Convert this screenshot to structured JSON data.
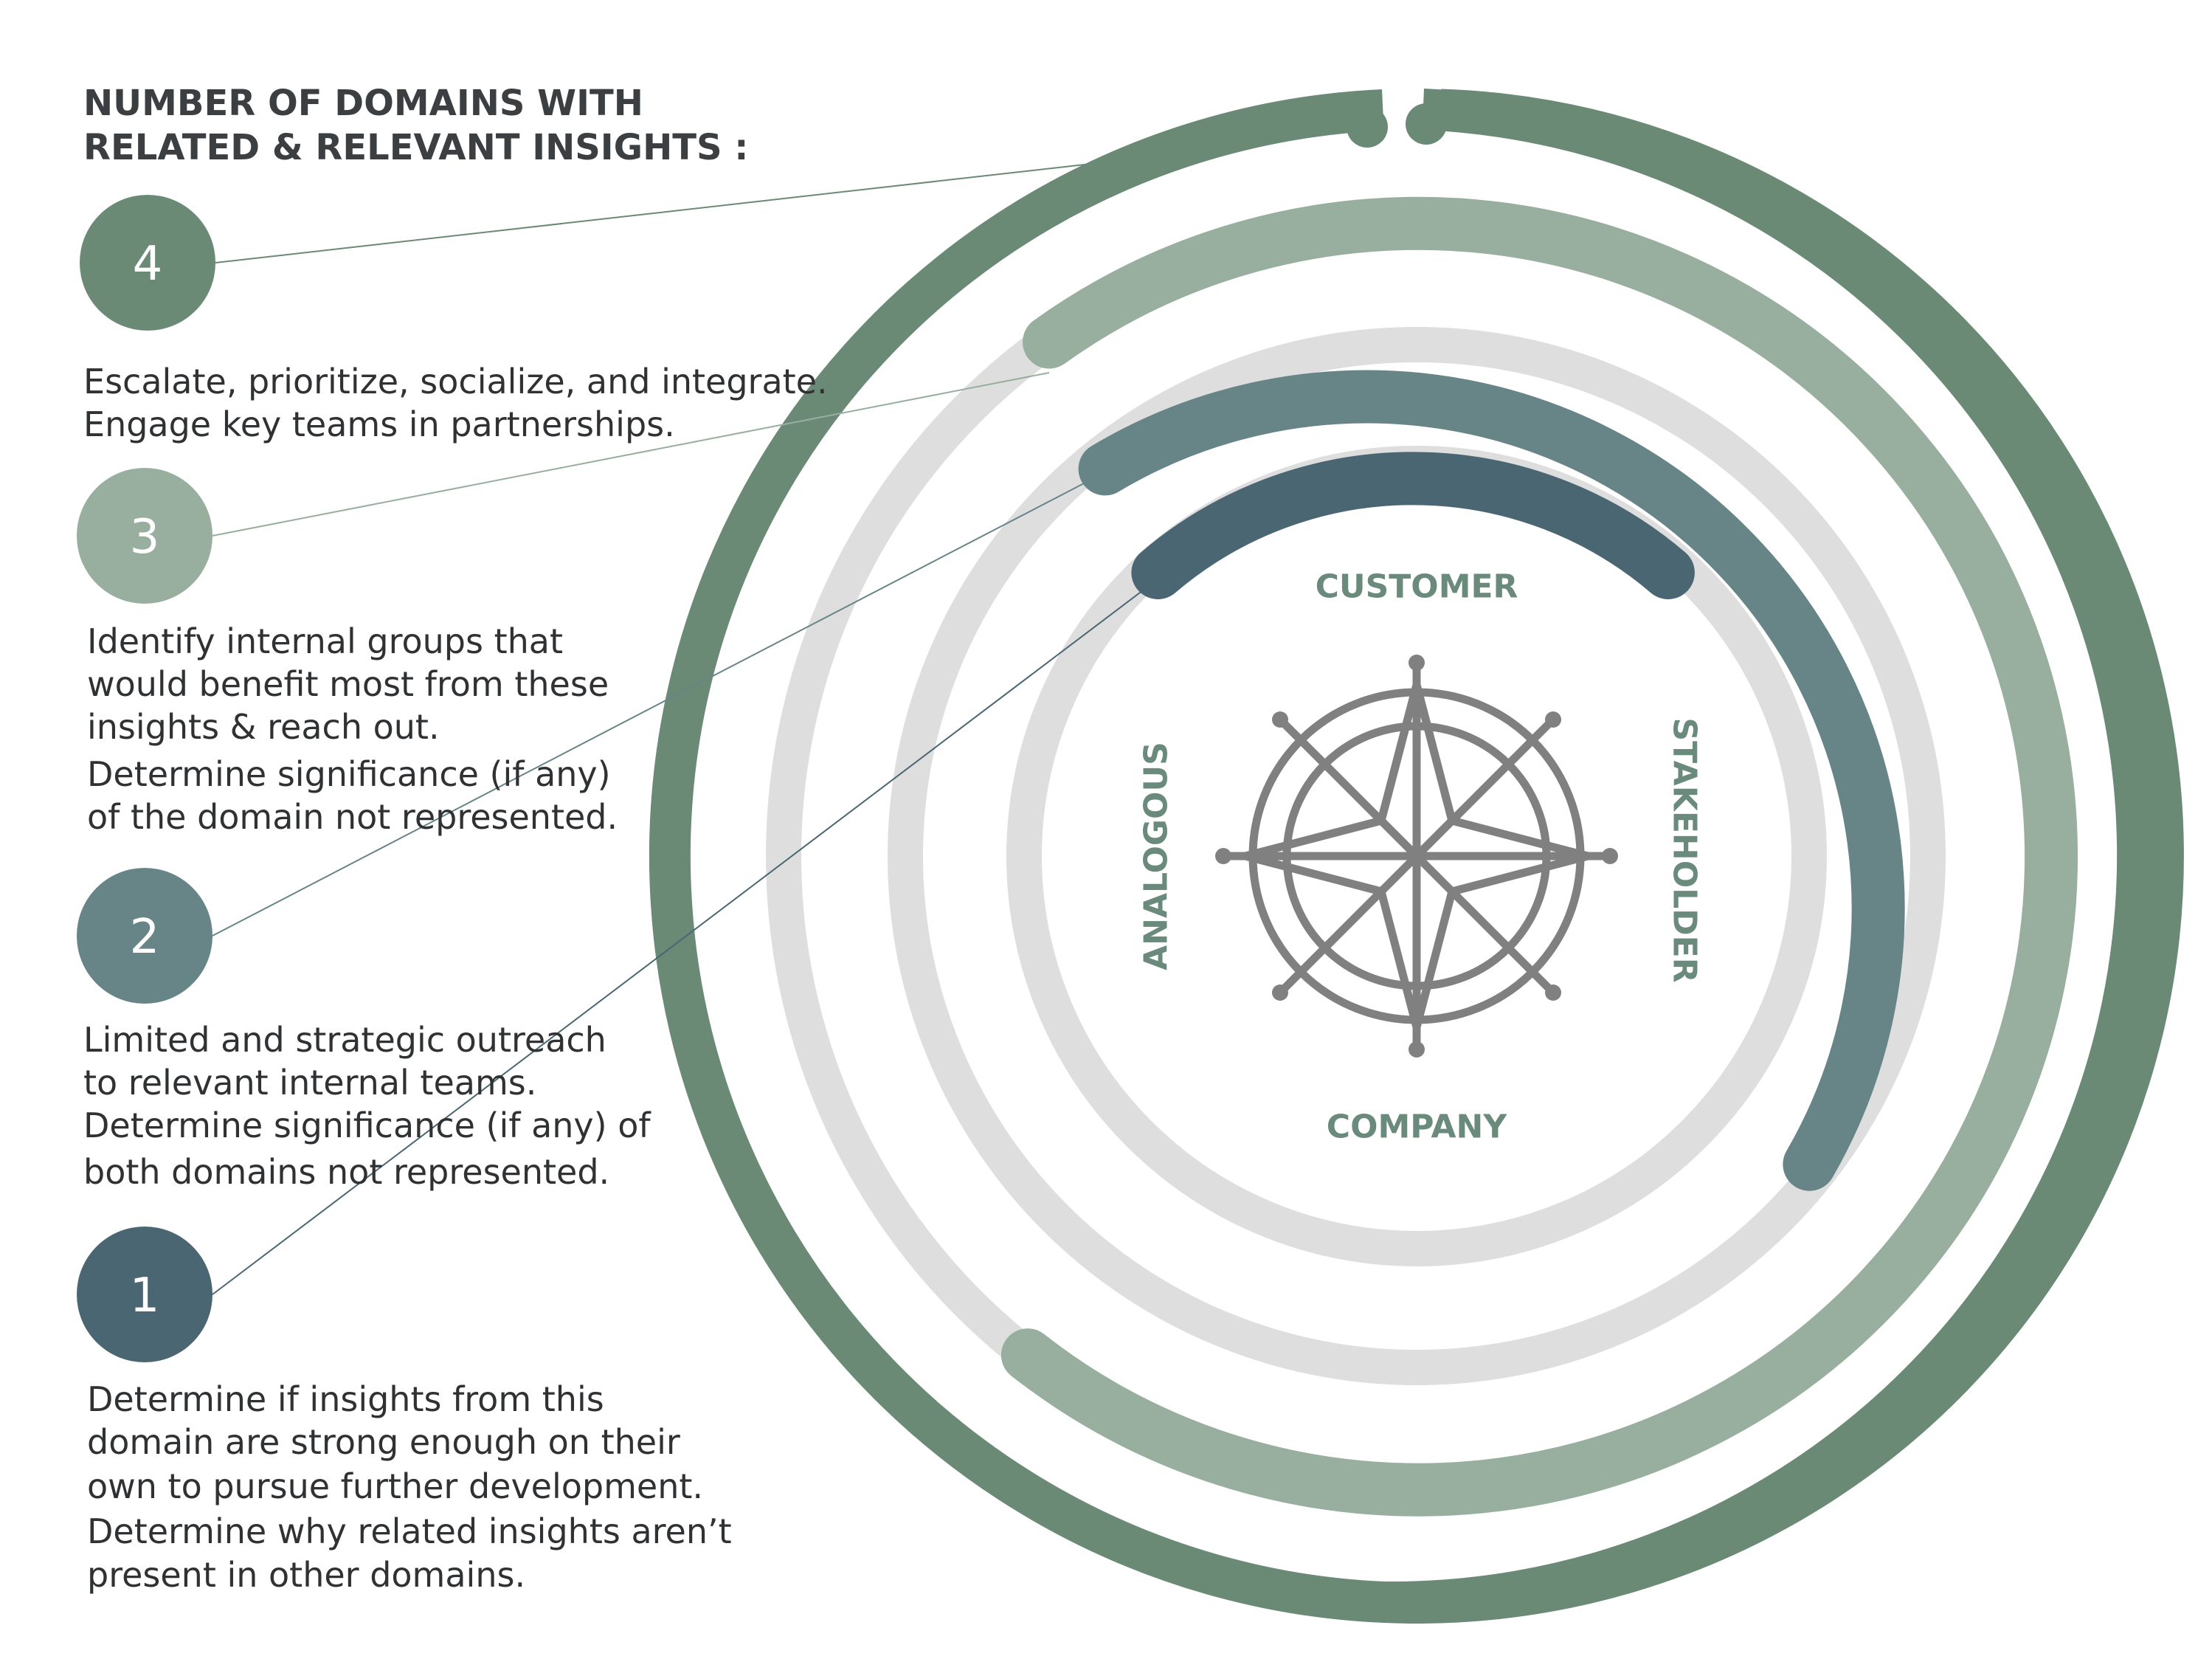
{
  "heading": {
    "line1": "NUMBER OF DOMAINS WITH",
    "line2": "RELATED & RELEVANT INSIGHTS :"
  },
  "levels": [
    {
      "number": "4",
      "color": "#6a8a76",
      "description": [
        "Escalate, prioritize, socialize, and integrate.",
        "Engage key teams in partnerships."
      ]
    },
    {
      "number": "3",
      "color": "#98ae9f",
      "description": [
        "Identify internal groups that",
        "would benefit most from these",
        "insights & reach out.",
        "Determine significance (if any)",
        "of the domain not represented."
      ]
    },
    {
      "number": "2",
      "color": "#678487",
      "description": [
        "Limited and strategic outreach",
        "to relevant internal teams.",
        "Determine significance (if any) of",
        "both domains not represented."
      ]
    },
    {
      "number": "1",
      "color": "#4a6672",
      "description": [
        "Determine if insights from this",
        "domain are strong enough on their",
        "own to pursue further development.",
        "Determine why related insights aren’t",
        "present in other domains."
      ]
    }
  ],
  "domains": {
    "top": "CUSTOMER",
    "right": "STAKEHOLDER",
    "bottom": "COMPANY",
    "left": "ANALOGOUS"
  },
  "colors": {
    "track": "#dededf",
    "compass": "#808080",
    "domain_label": "#6a8a7c",
    "text": "#2f3133"
  },
  "icons": {
    "center": "compass-rose-icon"
  }
}
